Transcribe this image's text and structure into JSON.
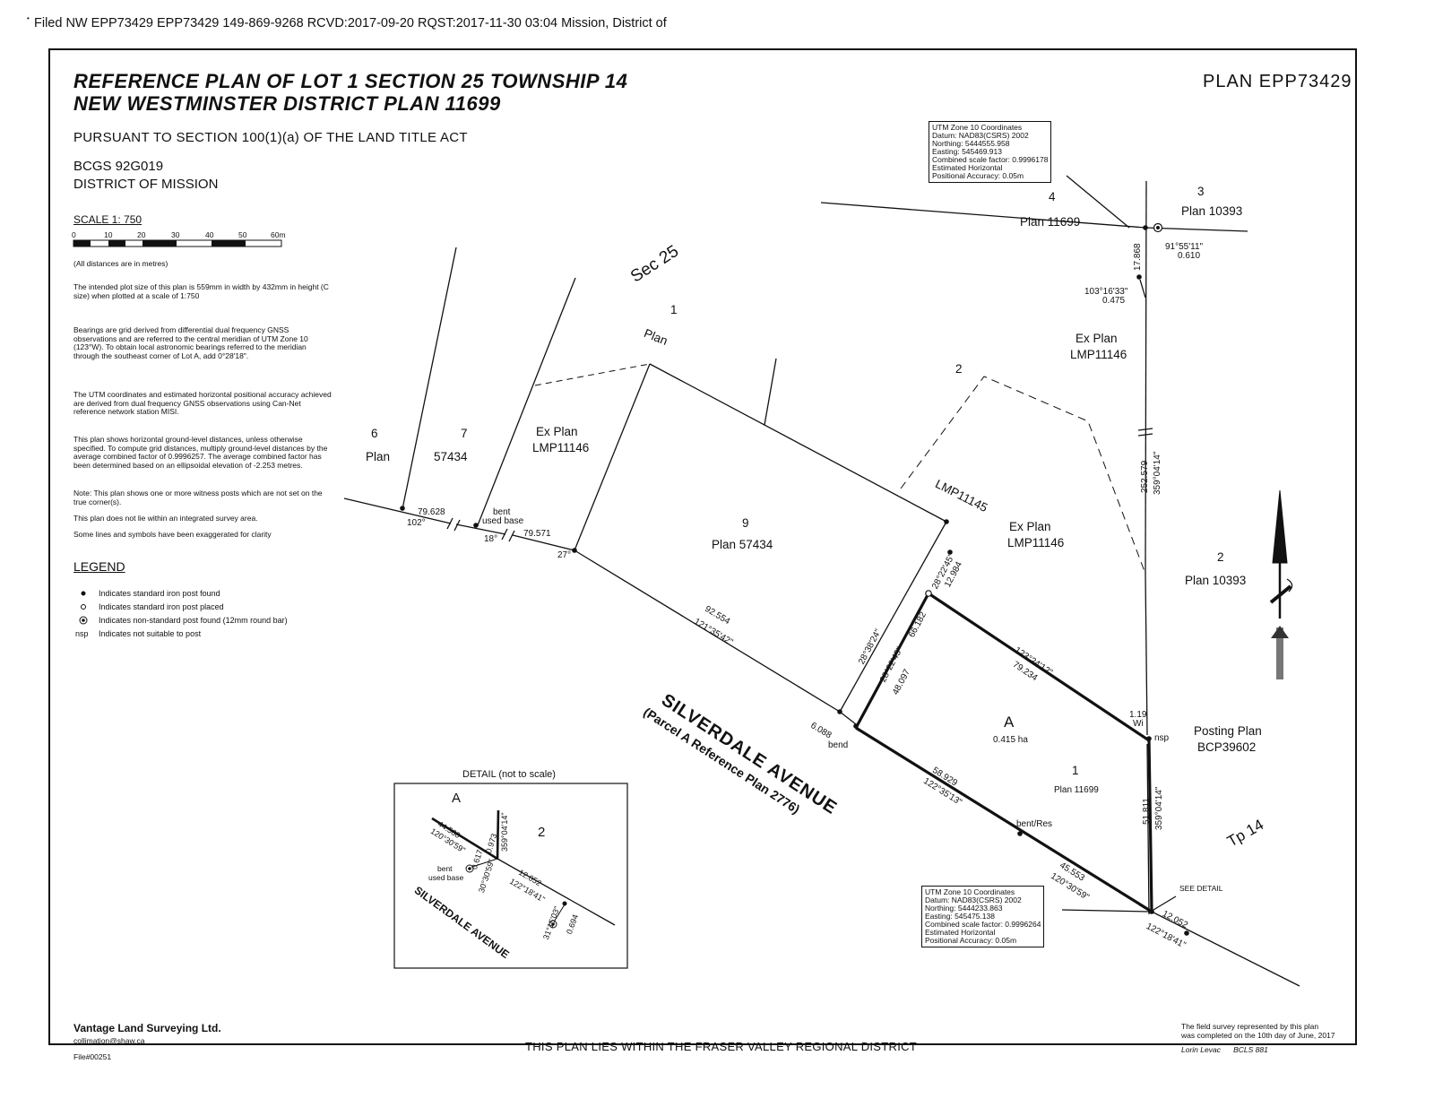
{
  "header": {
    "filed_line": "Filed NW EPP73429 EPP73429 149-869-9268 RCVD:2017-09-20 RQST:2017-11-30 03:04 Mission, District of"
  },
  "title": {
    "line1": "REFERENCE PLAN OF LOT 1 SECTION 25 TOWNSHIP 14",
    "line2": "NEW WESTMINSTER DISTRICT PLAN 11699",
    "plan_number": "PLAN EPP73429",
    "pursuant": "PURSUANT TO SECTION 100(1)(a) OF THE LAND TITLE ACT",
    "bcgs": "BCGS 92G019",
    "district": "DISTRICT OF MISSION"
  },
  "scale": {
    "label": "SCALE   1: 750",
    "ticks": [
      "0",
      "10",
      "20",
      "30",
      "40",
      "50",
      "60m"
    ],
    "distances_note": "(All distances are in metres)"
  },
  "notes": [
    "The intended plot size of this plan is 559mm in width by 432mm in height (C size) when plotted at a scale of 1:750",
    "Bearings are grid derived from differential dual frequency GNSS observations and are referred to the central meridian of UTM Zone 10 (123°W). To obtain local astronomic bearings referred to the meridian through the southeast corner of Lot A, add 0°28'18\".",
    "The UTM coordinates and estimated horizontal positional accuracy achieved are derived from dual frequency GNSS observations using Can-Net reference network station MISI.",
    "This plan shows horizontal ground-level distances, unless otherwise specified. To compute grid distances, multiply ground-level distances by the average combined factor of 0.9996257. The average combined factor has been determined based on an ellipsoidal elevation of -2.253 metres.",
    "Note: This plan shows one or more witness posts which are not set on the true corner(s).",
    "This plan does not lie within an integrated survey area.",
    "Some lines and symbols have been exaggerated for clarity"
  ],
  "legend": {
    "heading": "LEGEND",
    "items": [
      {
        "symbol": "filled-dot",
        "text": "Indicates standard iron post found"
      },
      {
        "symbol": "open-dot",
        "text": "Indicates standard iron post placed"
      },
      {
        "symbol": "target",
        "text": "Indicates non-standard post found (12mm round bar)"
      },
      {
        "symbol": "nsp",
        "text": "Indicates not suitable to post"
      }
    ]
  },
  "coords_top": {
    "lines": [
      "UTM Zone 10 Coordinates",
      "Datum: NAD83(CSRS) 2002",
      "Northing: 5444555.958",
      "Easting: 545469.913",
      "Combined scale factor: 0.9996178",
      "Estimated Horizontal",
      "Positional Accuracy: 0.05m"
    ]
  },
  "coords_bottom": {
    "lines": [
      "UTM Zone 10 Coordinates",
      "Datum: NAD83(CSRS) 2002",
      "Northing: 5444233.863",
      "Easting: 545475.138",
      "Combined scale factor: 0.9996264",
      "Estimated Horizontal",
      "Positional Accuracy: 0.05m"
    ]
  },
  "parcels": {
    "lot4": "4",
    "lot4_plan": "Plan 11699",
    "lot3": "3",
    "lot3_plan": "Plan 10393",
    "sec25": "Sec 25",
    "lot1_top": "1",
    "plan_word": "Plan",
    "expl_right": "Ex Plan",
    "expl_right_no": "LMP11146",
    "lot2_top": "2",
    "lot6": "6",
    "lot6_plan": "Plan",
    "lot7": "7",
    "lot7_plan": "57434",
    "expl_left": "Ex Plan",
    "expl_left_no": "LMP11146",
    "lot9": "9",
    "lot9_plan": "Plan 57434",
    "lmp11145": "LMP11145",
    "expl_mid": "Ex Plan",
    "expl_mid_no": "LMP11146",
    "lot2_right": "2",
    "lot2_right_plan": "Plan 10393",
    "lotA": "A",
    "lotA_area": "0.415 ha",
    "lot1_bottom": "1",
    "lot1_bottom_plan": "Plan 11699",
    "posting_plan": "Posting Plan",
    "posting_plan_no": "BCP39602",
    "tp14": "Tp 14"
  },
  "road": {
    "name": "SILVERDALE AVENUE",
    "ref": "(Parcel A Reference Plan 2776)"
  },
  "dims": {
    "d79628": "79.628",
    "a102": "102°",
    "bent1": "bent",
    "used_base": "used base",
    "a18": "18°",
    "d79571": "79.571",
    "a27": "27°",
    "d92554": "92.554",
    "b121": "121°35'42\"",
    "d6088": "6.088",
    "bend": "bend",
    "b28_38": "28°38'24\"",
    "d66182": "66.182",
    "b28_22a": "28°22'45\"",
    "d48097": "48.097",
    "b28_22b": "28°22'45\"",
    "d12984": "12.984",
    "b123": "123°24'12\"",
    "d79234": "79.234",
    "d58929": "58.929",
    "b122_35": "122°35'13\"",
    "bent_res": "bent/Res",
    "d45553": "45.553",
    "b120": "120°30'59\"",
    "d12052": "12.052",
    "b122_18": "122°18'41\"",
    "d51811": "51.811",
    "b359a": "359°04'14\"",
    "d252579": "252.579",
    "b359b": "359°04'14\"",
    "d17868": "17.868",
    "b91": "91°55'11\"",
    "d0610": "0.610",
    "b103": "103°16'33\"",
    "d0475": "0.475",
    "d119": "1.19",
    "wi": "Wi",
    "nsp": "nsp",
    "see_detail": "SEE DETAIL"
  },
  "detail": {
    "title": "DETAIL (not to scale)",
    "lotA": "A",
    "lot2": "2",
    "d44580": "44.580",
    "b120": "120°30'59\"",
    "d0973": "0.973",
    "b359": "359°04'14\"",
    "d0617": "0.617",
    "b30": "30°30'59\"",
    "bent": "bent",
    "used_base": "used base",
    "d12052": "12.052",
    "b122": "122°18'41\"",
    "b31": "31°15'03\"",
    "d0694": "0.694",
    "road": "SILVERDALE AVENUE"
  },
  "footer": {
    "company": "Vantage Land Surveying Ltd.",
    "email": "collimation@shaw.ca",
    "file_no": "File#00251",
    "fvrd": "THIS PLAN LIES WITHIN THE FRASER VALLEY REGIONAL DISTRICT",
    "survey_note_1": "The field survey represented by this plan",
    "survey_note_2": "was completed on the 10th day of June, 2017",
    "surveyor": "Lorin Levac      BCLS 881"
  }
}
